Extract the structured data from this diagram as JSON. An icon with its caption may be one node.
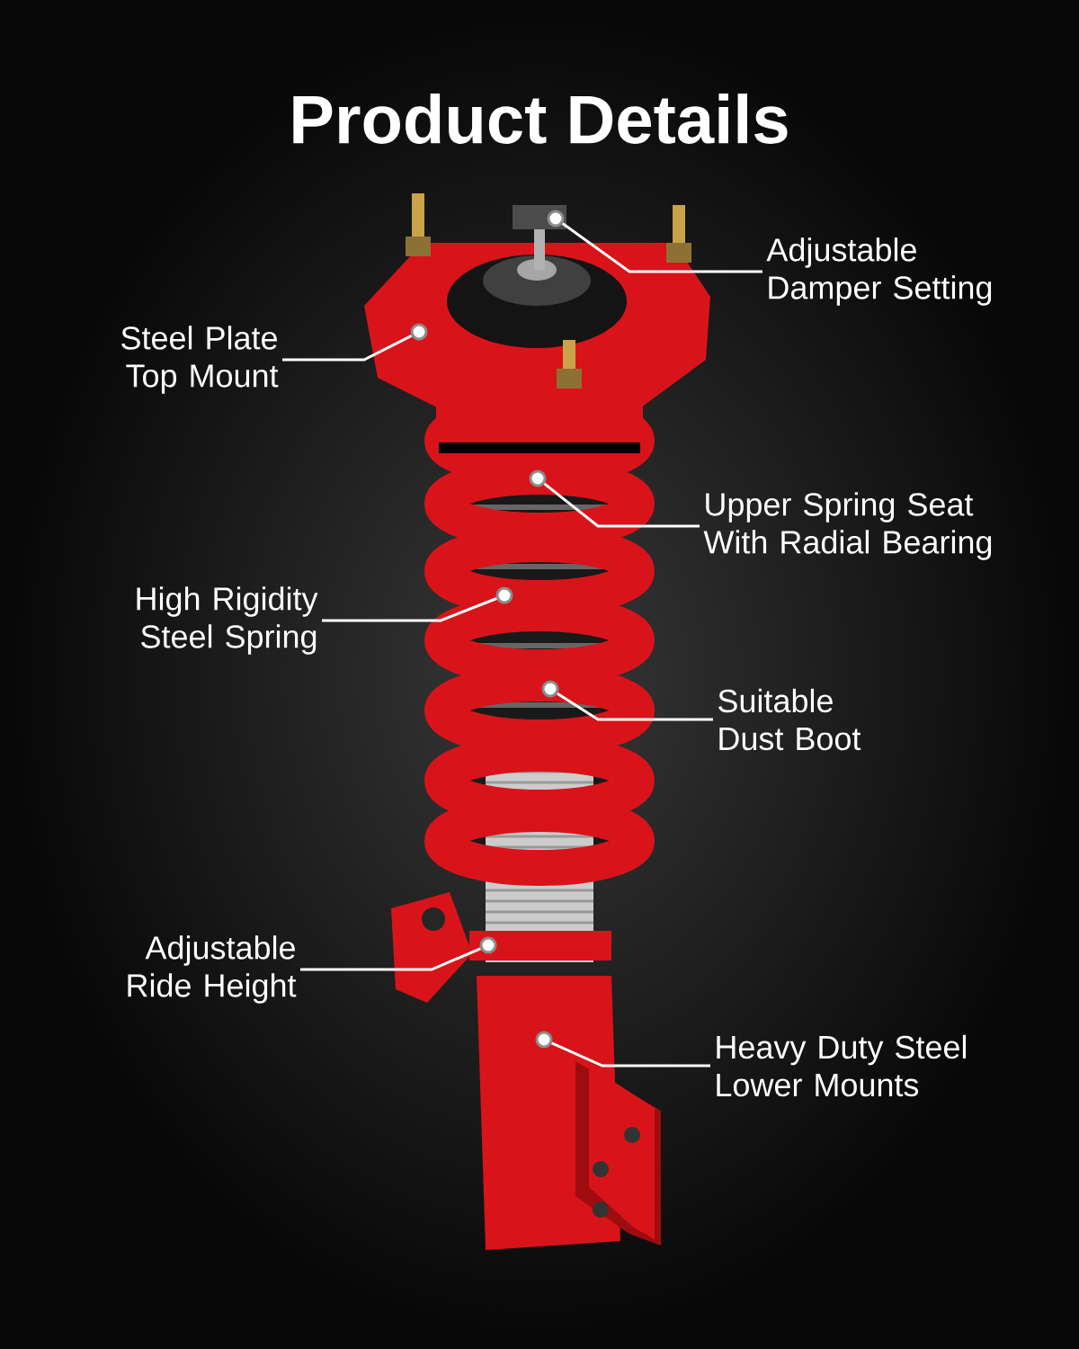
{
  "diagram": {
    "title": "Product Details",
    "nodes": [
      {
        "text": [
          "Adjustable Damper Setting"
        ]
      },
      {
        "text": [
          "Steel Plate Top Mount"
        ]
      },
      {
        "text": [
          "Upper Spring Seat With Radial Bearing"
        ]
      },
      {
        "text": [
          "High Rigidity Steel Spring"
        ]
      },
      {
        "text": [
          "Suitable Dust Boot"
        ]
      },
      {
        "text": [
          "Adjustable Ride Height"
        ]
      },
      {
        "text": [
          "Heavy Duty Steel Lower Mounts"
        ]
      },
      {
        "text": [],
        "shape": "circle"
      },
      {
        "text": [],
        "shape": "circle"
      },
      {
        "text": [],
        "shape": "circle"
      },
      {
        "text": [],
        "shape": "circle"
      },
      {
        "text": [],
        "shape": "circle"
      },
      {
        "text": [],
        "shape": "circle"
      },
      {
        "text": [],
        "shape": "circle"
      }
    ],
    "edges": [
      {
        "from": 0,
        "to": 7,
        "arrow": "none"
      },
      {
        "from": 1,
        "to": 8,
        "arrow": "none"
      },
      {
        "from": 2,
        "to": 9,
        "arrow": "none"
      },
      {
        "from": 3,
        "to": 10,
        "arrow": "none"
      },
      {
        "from": 4,
        "to": 11,
        "arrow": "none"
      },
      {
        "from": 5,
        "to": 12,
        "arrow": "none"
      },
      {
        "from": 6,
        "to": 13,
        "arrow": "none"
      }
    ]
  }
}
